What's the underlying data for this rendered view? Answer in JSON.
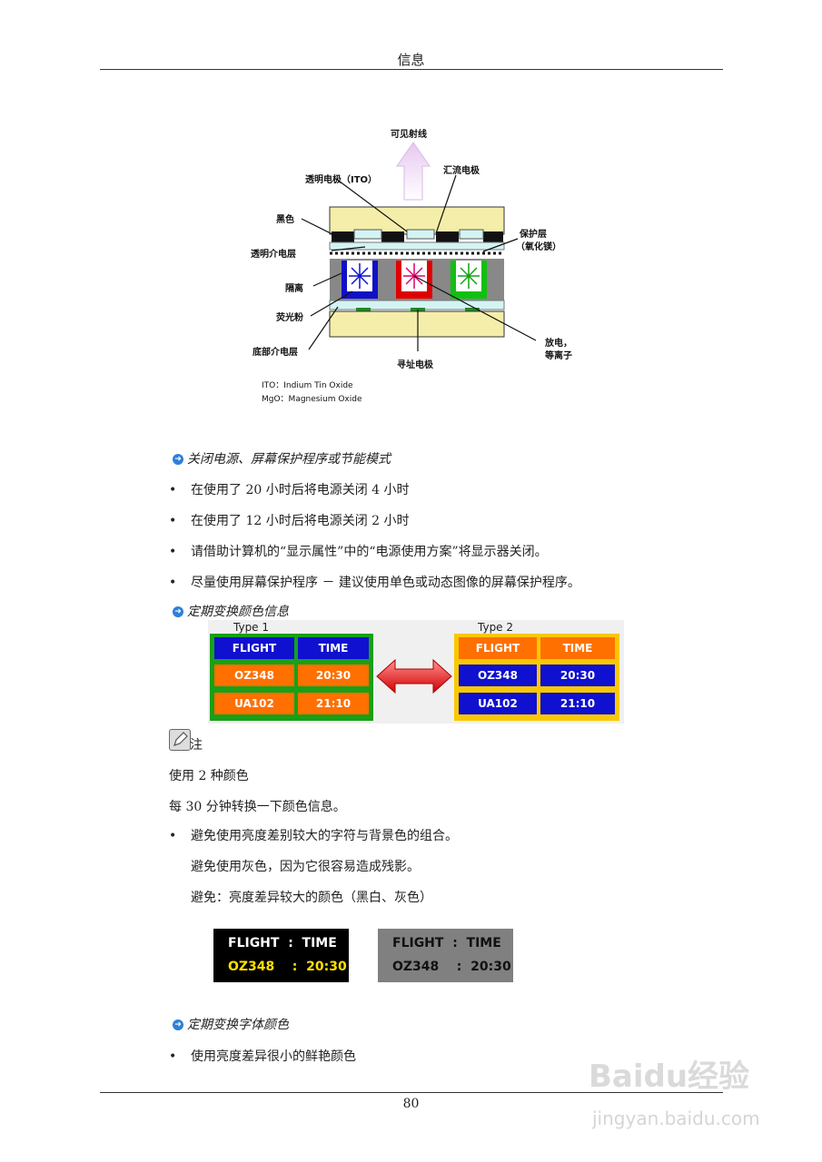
{
  "header": {
    "title": "信息"
  },
  "diagram": {
    "visible_rays": "可见射线",
    "ito_electrode": "透明电极（ITO）",
    "bus_electrode": "汇流电极",
    "black": "黑色",
    "transparent_dielectric": "透明介电层",
    "protective_layer": "保护层",
    "protective_layer_note": "（氧化镁）",
    "barrier": "隔离",
    "phosphor": "荧光粉",
    "bottom_dielectric": "底部介电层",
    "address_electrode": "寻址电极",
    "discharge": "放电，",
    "plasma": "等离子",
    "legend_ito": "ITO：Indium Tin Oxide",
    "legend_mgo": "MgO：Magnesium Oxide",
    "colors": {
      "yellow": "#f5eeaa",
      "blue": "#1010c8",
      "red": "#e00000",
      "green": "#10c010",
      "cyan": "#d4f4f4"
    }
  },
  "section1": {
    "title": "关闭电源、屏幕保护程序或节能模式",
    "bullets": [
      "在使用了 20 小时后将电源关闭 4 小时",
      "在使用了 12 小时后将电源关闭 2 小时",
      "请借助计算机的“显示属性”中的“电源使用方案”将显示器关闭。",
      "尽量使用屏幕保护程序 － 建议使用单色或动态图像的屏幕保护程序。"
    ]
  },
  "section2": {
    "title": "定期变换颜色信息",
    "type1": {
      "label": "Type 1",
      "cells": [
        "FLIGHT",
        "TIME",
        "OZ348",
        "20:30",
        "UA102",
        "21:10"
      ]
    },
    "type2": {
      "label": "Type 2",
      "cells": [
        "FLIGHT",
        "TIME",
        "OZ348",
        "20:30",
        "UA102",
        "21:10"
      ]
    },
    "colors": {
      "green": "#18a018",
      "blue": "#1010d0",
      "orange": "#ff7000",
      "yellow": "#f8c800"
    }
  },
  "note": {
    "label": "注",
    "lines": [
      "使用 2 种颜色",
      "每 30 分钟转换一下颜色信息。"
    ],
    "bullet": "避免使用亮度差别较大的字符与背景色的组合。",
    "sub_lines": [
      "避免使用灰色，因为它很容易造成残影。",
      "避免：亮度差异较大的颜色（黑白、灰色）"
    ]
  },
  "demo": {
    "black_box": {
      "row1": "FLIGHT  :  TIME",
      "row2": "OZ348    :  20:30"
    },
    "gray_box": {
      "row1": "FLIGHT  :  TIME",
      "row2": "OZ348    :  20:30"
    }
  },
  "section3": {
    "title": "定期变换字体颜色",
    "bullets": [
      "使用亮度差异很小的鲜艳颜色"
    ]
  },
  "footer": {
    "page_number": "80"
  },
  "watermark": {
    "brand": "Baidu经验",
    "url": "jingyan.baidu.com"
  }
}
